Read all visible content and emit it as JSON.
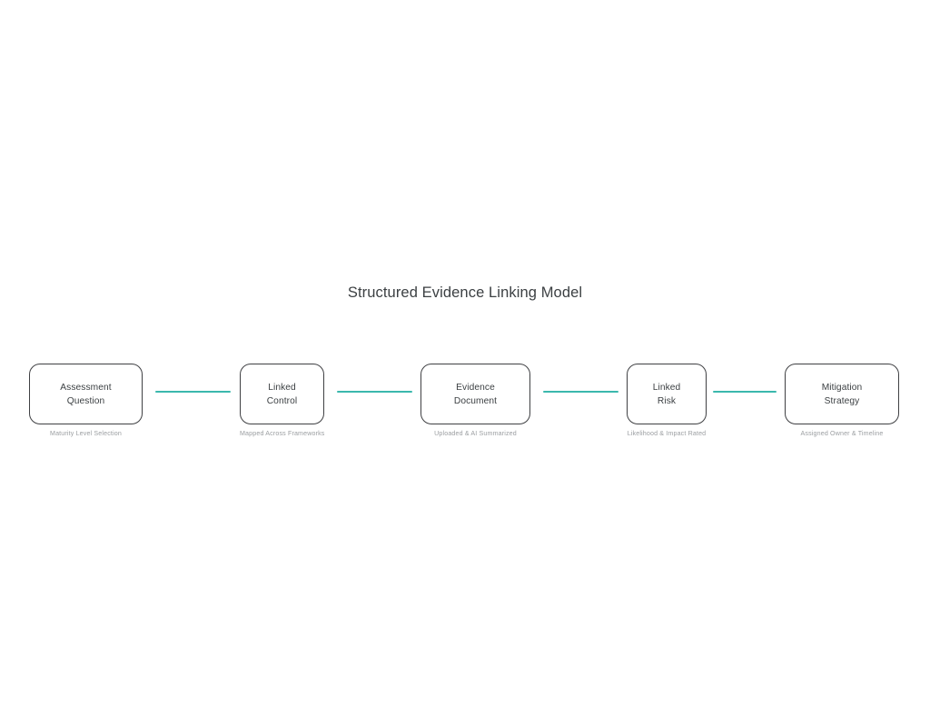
{
  "diagram": {
    "title": "Structured Evidence Linking Model",
    "accent_color": "#3bb8ad",
    "node_border_color": "#3f4043",
    "text_color": "#3c4043",
    "caption_color": "#9b9ea1",
    "background_color": "#ffffff",
    "nodes": [
      {
        "line1": "Assessment",
        "line2": "Question",
        "caption": "Maturity Level Selection"
      },
      {
        "line1": "Linked",
        "line2": "Control",
        "caption": "Mapped Across Frameworks"
      },
      {
        "line1": "Evidence",
        "line2": "Document",
        "caption": "Uploaded & AI Summarized"
      },
      {
        "line1": "Linked",
        "line2": "Risk",
        "caption": "Likelihood & Impact Rated"
      },
      {
        "line1": "Mitigation",
        "line2": "Strategy",
        "caption": "Assigned Owner & Timeline"
      }
    ],
    "connectors": [
      {
        "from": "Assessment Question",
        "to": "Linked Control"
      },
      {
        "from": "Linked Control",
        "to": "Evidence Document"
      },
      {
        "from": "Evidence Document",
        "to": "Linked Risk"
      },
      {
        "from": "Linked Risk",
        "to": "Mitigation Strategy"
      }
    ]
  }
}
